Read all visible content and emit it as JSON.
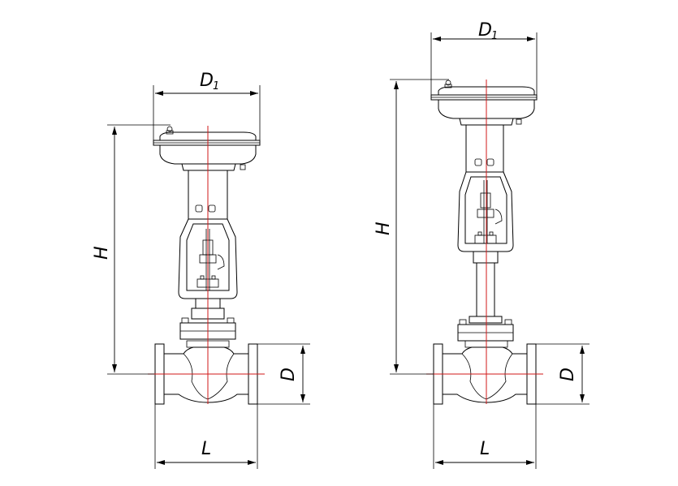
{
  "dimensions": {
    "width_label": "D",
    "width_subscript": "1",
    "height_label": "H",
    "length_label": "L",
    "port_label": "D"
  },
  "colors": {
    "lines": "#000000",
    "center_axis": "#d21a1a",
    "background": "#ffffff"
  },
  "views": [
    {
      "name": "standard-valve"
    },
    {
      "name": "extended-bonnet-valve"
    }
  ]
}
